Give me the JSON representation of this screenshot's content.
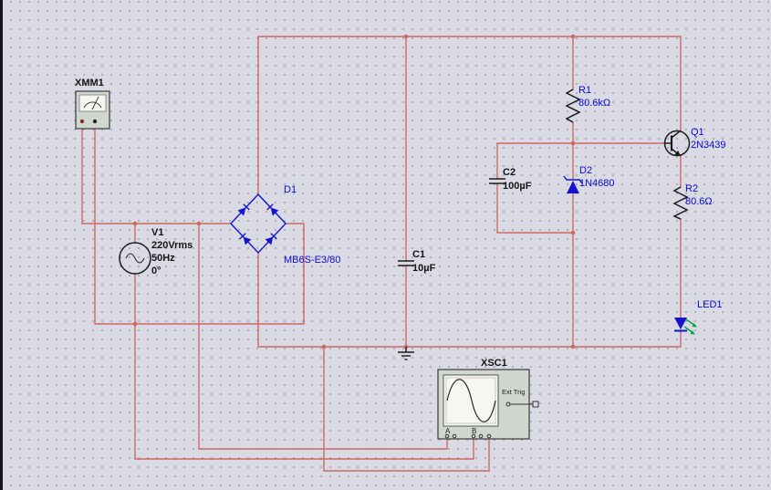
{
  "canvas": {
    "background": "#dadae4",
    "wire_color": "#cc6963",
    "symbol_blue": "#1414cc"
  },
  "instruments": {
    "xmm1": {
      "label": "XMM1"
    },
    "xsc1": {
      "label": "XSC1",
      "ext_trig_label": "Ext Trig",
      "channel_a_label": "A",
      "channel_b_label": "B"
    }
  },
  "components": {
    "v1": {
      "lines": [
        "V1",
        "220Vrms",
        "50Hz",
        "0°"
      ]
    },
    "d1": {
      "ref": "D1",
      "value": "MB6S-E3/80"
    },
    "c1": {
      "ref": "C1",
      "value": "10µF"
    },
    "c2": {
      "ref": "C2",
      "value": "100µF"
    },
    "d2": {
      "ref": "D2",
      "value": "1N4680"
    },
    "r1": {
      "ref": "R1",
      "value": "80.6kΩ"
    },
    "r2": {
      "ref": "R2",
      "value": "80.6Ω"
    },
    "q1": {
      "ref": "Q1",
      "value": "2N3439"
    },
    "led1": {
      "ref": "LED1"
    }
  }
}
